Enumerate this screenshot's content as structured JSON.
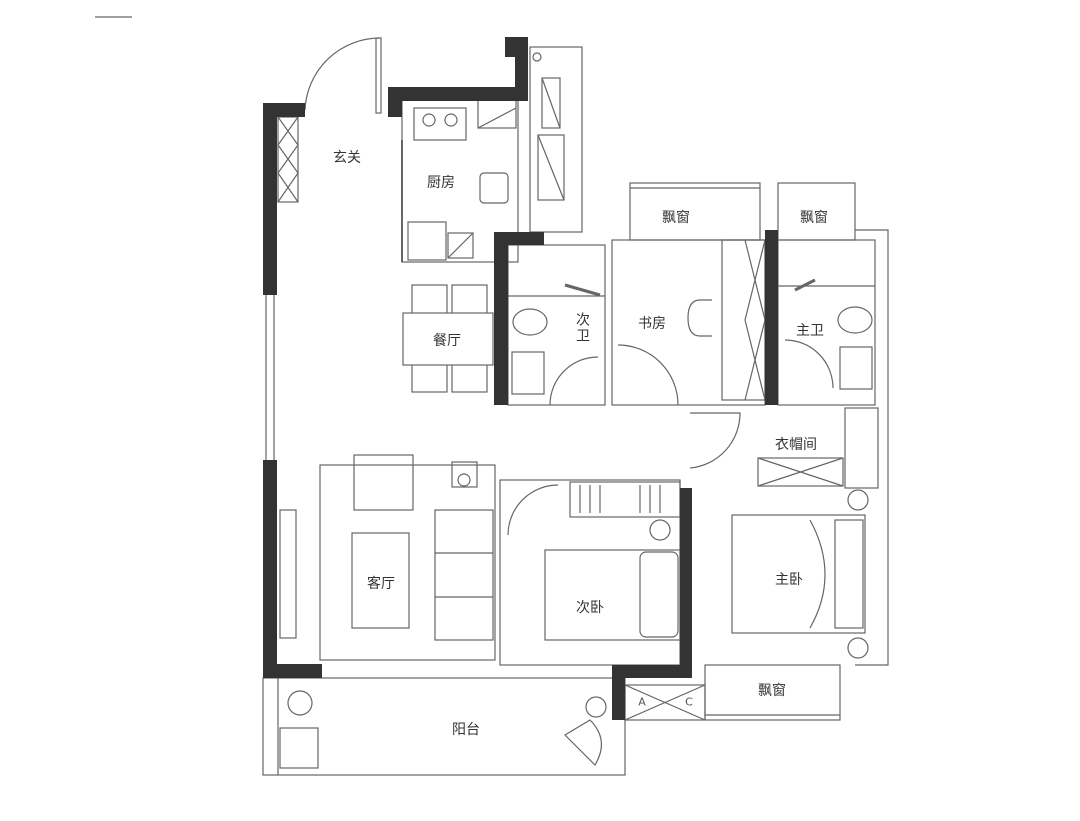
{
  "rooms": {
    "entrance": "玄关",
    "kitchen": "厨房",
    "dining": "餐厅",
    "second_bath": "次卫",
    "study": "书房",
    "bay_window_study": "飘窗",
    "bay_window_master_bath": "飘窗",
    "master_bath": "主卫",
    "cloakroom": "衣帽间",
    "living": "客厅",
    "second_bedroom": "次卧",
    "master_bedroom": "主卧",
    "bay_window_master_bedroom": "飘窗",
    "balcony": "阳台"
  },
  "ac_marks": {
    "a": "A",
    "c": "C"
  },
  "colors": {
    "wall": "#333333",
    "line": "#555555"
  }
}
